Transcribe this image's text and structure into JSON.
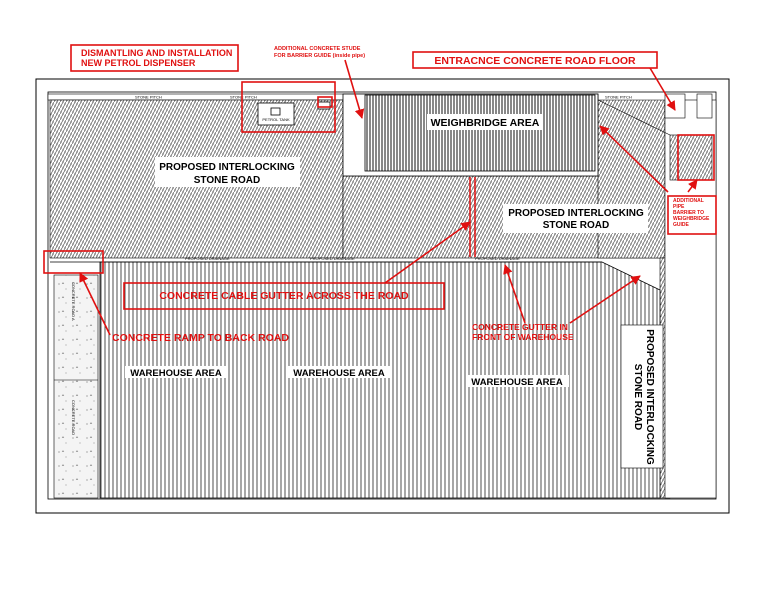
{
  "callouts": {
    "dispenser_line1": "DISMANTLING AND INSTALLATION",
    "dispenser_line2": "NEW PETROL DISPENSER",
    "concrete_stude_line1": "ADDITIONAL CONCRETE STUDE",
    "concrete_stude_line2": "FOR BARRIER GUIDE (inside pipe)",
    "entrance_road": "ENTRACNCE CONCRETE ROAD FLOOR",
    "pipe_barrier_line1": "ADDITIONAL",
    "pipe_barrier_line2": "PIPE",
    "pipe_barrier_line3": "BARRIER TO",
    "pipe_barrier_line4": "WEIGHBRIDGE",
    "pipe_barrier_line5": "GUIDE",
    "cable_gutter": "CONCRETE CABLE GUTTER ACROSS THE ROAD",
    "ramp": "CONCRETE RAMP TO BACK ROAD",
    "gutter_warehouse_line1": "CONCRETE GUTTER IN",
    "gutter_warehouse_line2": "FRONT OF WAREHOUSE"
  },
  "areas": {
    "weighbridge": "WEIGHBRIDGE AREA",
    "interlock_left_line1": "PROPOSED INTERLOCKING",
    "interlock_left_line2": "STONE ROAD",
    "interlock_right_line1": "PROPOSED INTERLOCKING",
    "interlock_right_line2": "STONE ROAD",
    "interlock_vertical_line1": "PROPOSED INTERLOCKING",
    "interlock_vertical_line2": "STONE ROAD",
    "warehouse_1": "WAREHOUSE AREA",
    "warehouse_2": "WAREHOUSE AREA",
    "warehouse_3": "WAREHOUSE AREA"
  },
  "small_labels": {
    "stone_pitch": "STONE PITCH",
    "proposed_drainage": "PROPOSED DRAINAGE",
    "concrete_road_a": "CONCRETE ROAD A",
    "concrete_road_b": "CONCRETE ROAD",
    "petrol_tank": "PETROL TANK"
  },
  "colors": {
    "callout_red": "#e01010",
    "line_black": "#000000",
    "hatch_gray": "#8a8a8a"
  }
}
